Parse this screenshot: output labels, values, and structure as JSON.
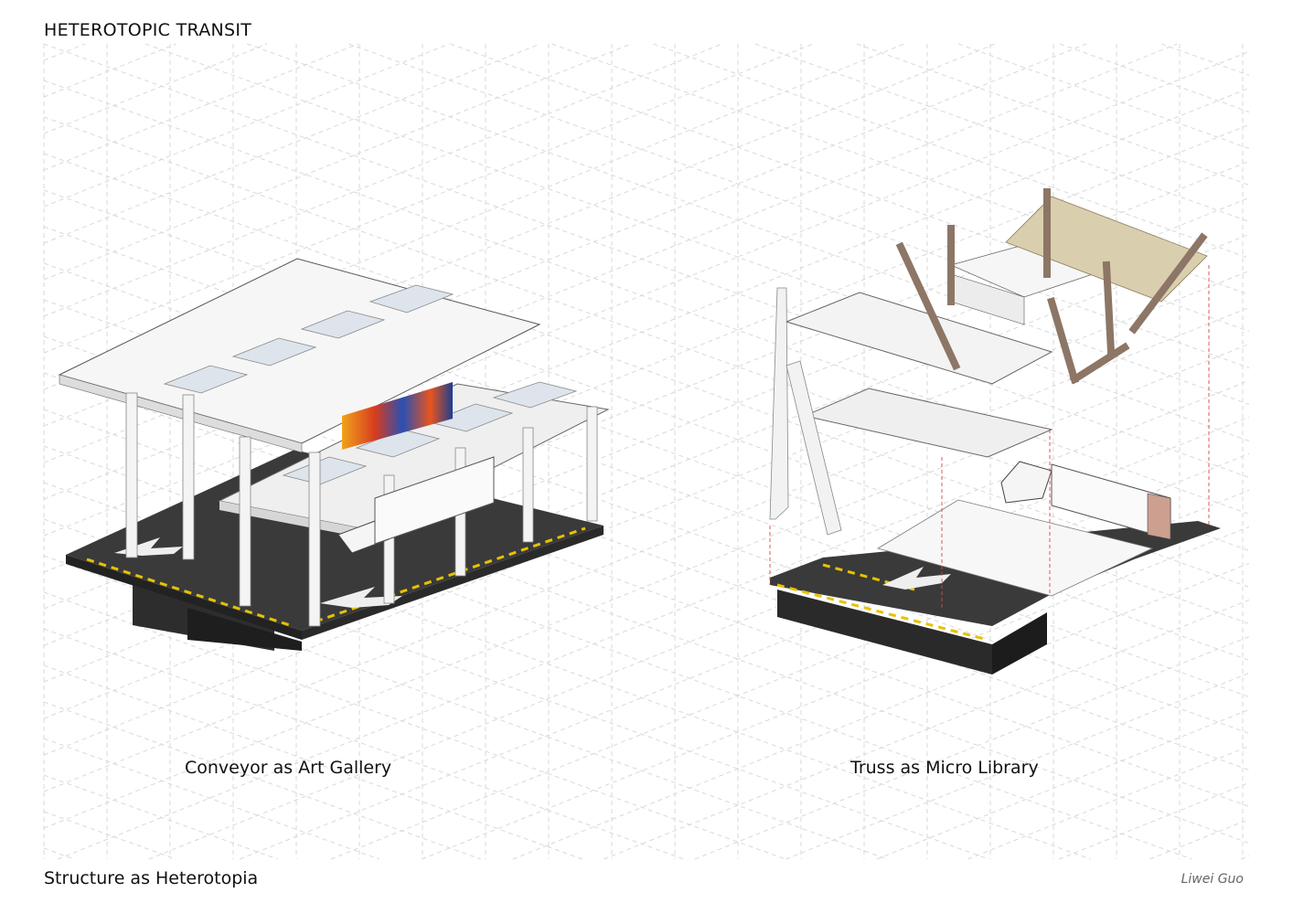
{
  "header": {
    "title": "HETEROTOPIC TRANSIT"
  },
  "footer": {
    "subtitle": "Structure as Heterotopia",
    "author": "Liwei Guo"
  },
  "models": [
    {
      "caption": "Conveyor as Art Gallery"
    },
    {
      "caption": "Truss as Micro Library"
    }
  ],
  "colors": {
    "grid": "#d9d9d9",
    "structure": "#f2f2f2",
    "structure_shade": "#d4d4d4",
    "road": "#3a3a3a",
    "hazard": "#e6c200",
    "timber": "#c9a98a",
    "library_floor": "#d9cfae"
  }
}
